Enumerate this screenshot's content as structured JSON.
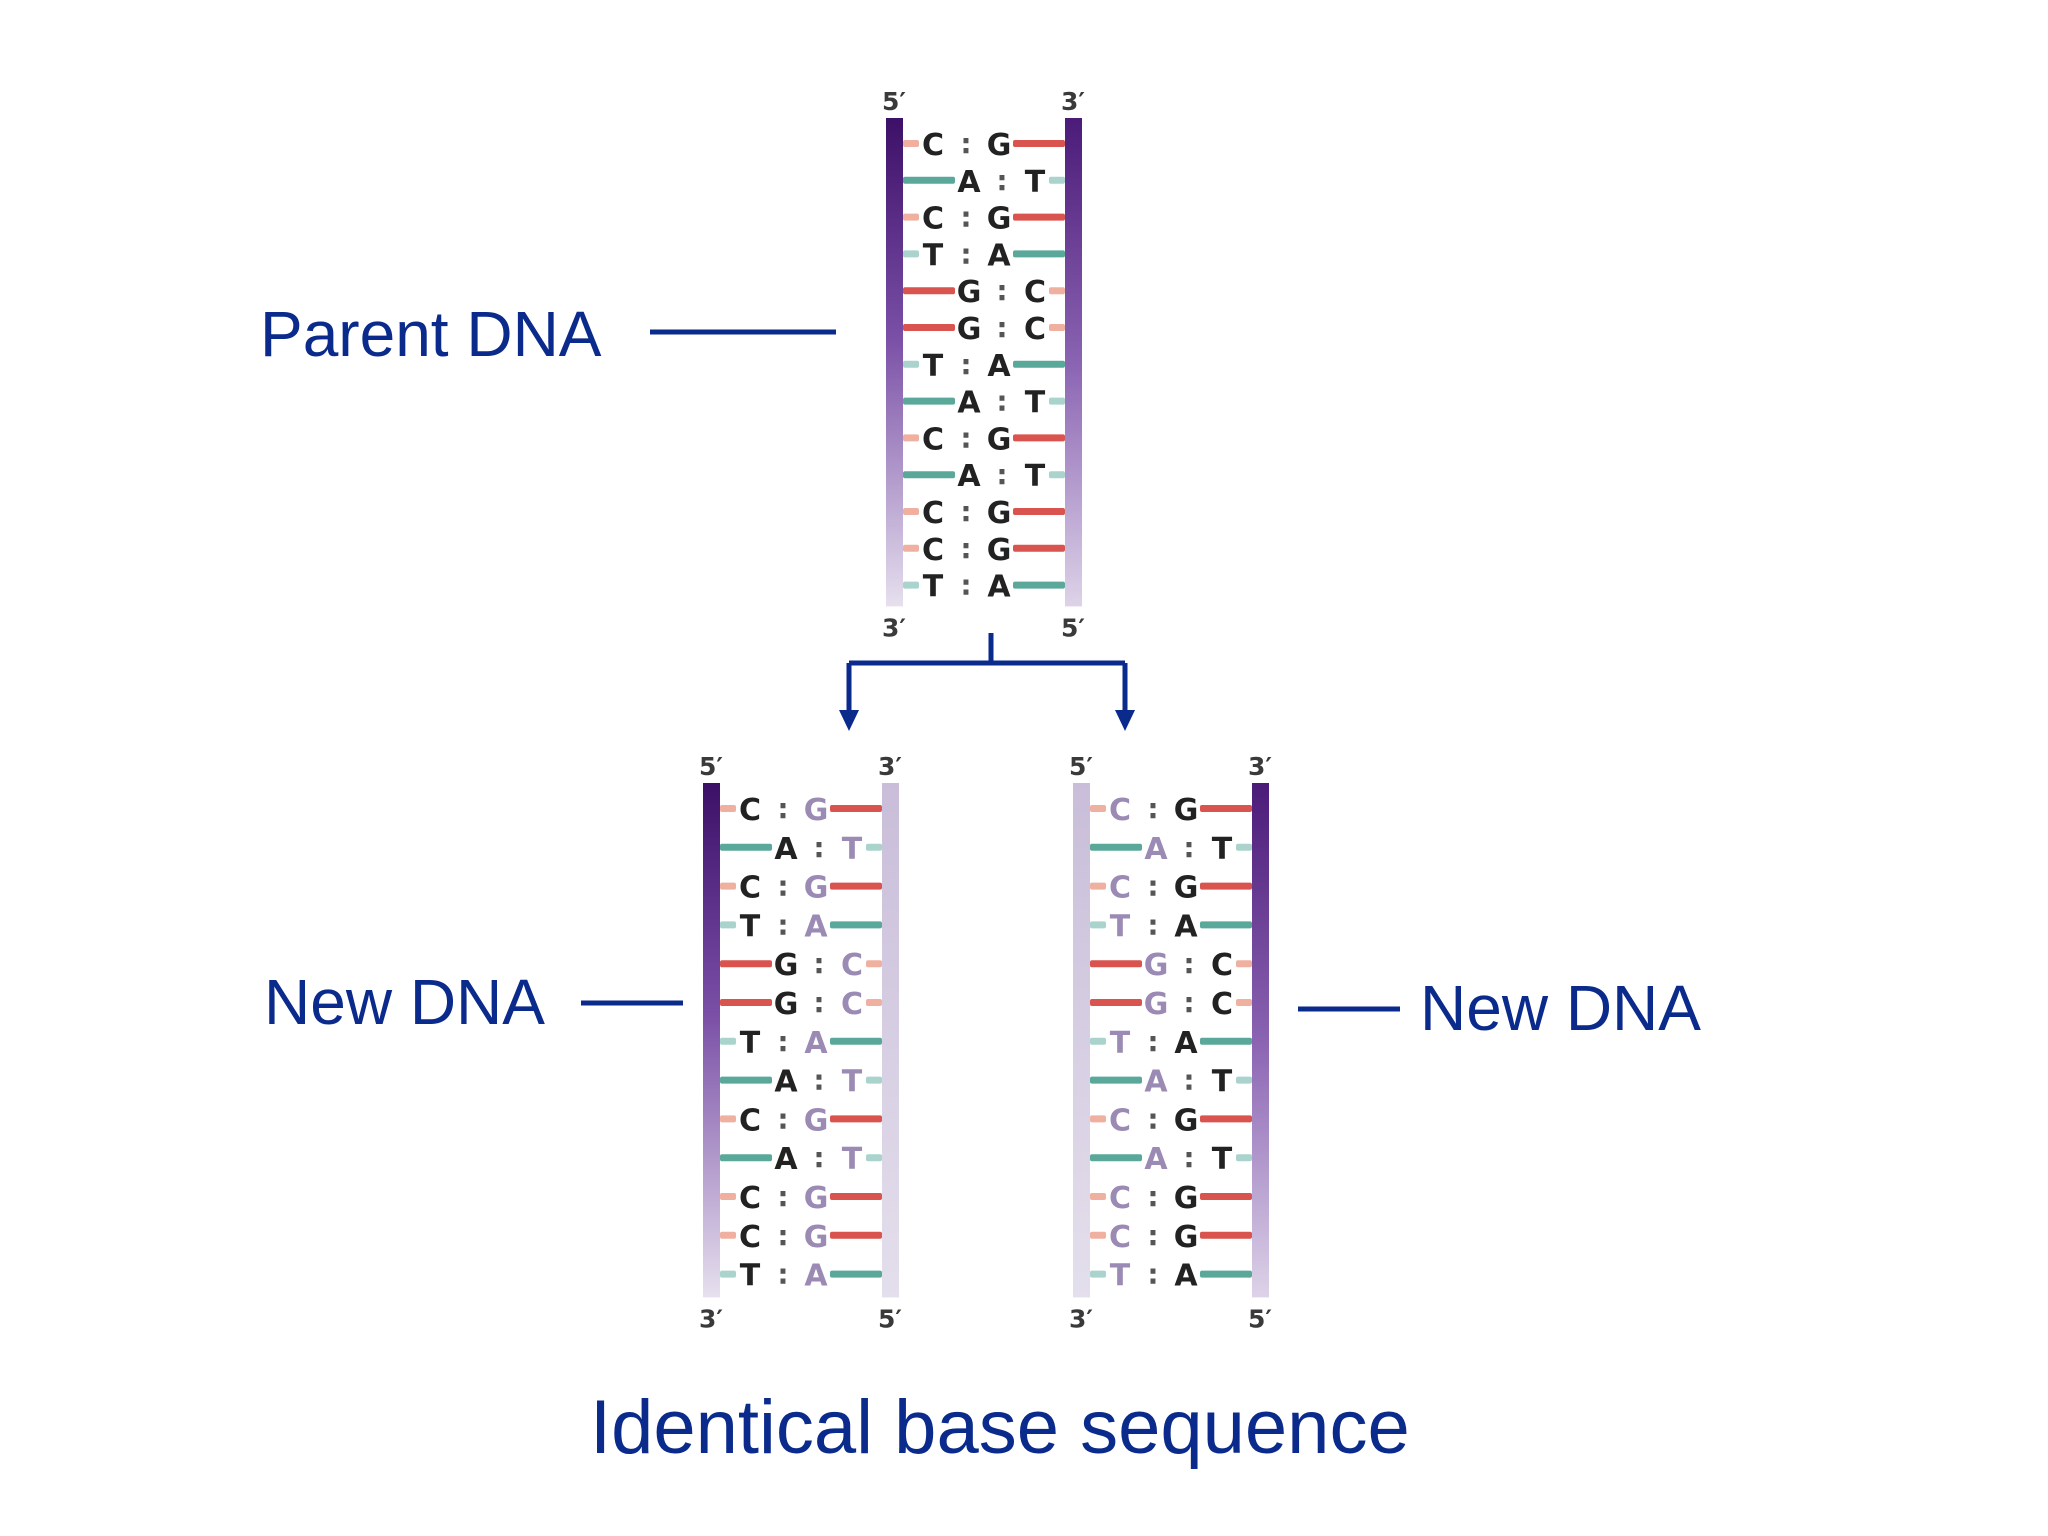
{
  "labels": {
    "parent": "Parent DNA",
    "new_left": "New DNA",
    "new_right": "New DNA",
    "caption": "Identical base sequence",
    "five_prime": "5′",
    "three_prime": "3′"
  },
  "pairs": [
    [
      "C",
      "G"
    ],
    [
      "A",
      "T"
    ],
    [
      "C",
      "G"
    ],
    [
      "T",
      "A"
    ],
    [
      "G",
      "C"
    ],
    [
      "G",
      "C"
    ],
    [
      "T",
      "A"
    ],
    [
      "A",
      "T"
    ],
    [
      "C",
      "G"
    ],
    [
      "A",
      "T"
    ],
    [
      "C",
      "G"
    ],
    [
      "C",
      "G"
    ],
    [
      "T",
      "A"
    ]
  ],
  "colors": {
    "label_blue": "#0a2a8c",
    "arrow_blue": "#0a2a8c",
    "strand_dark": "#4a1a7a",
    "strand_light": "#d8d0e4",
    "bond_red": "#d9534f",
    "bond_pink": "#f0b0a0",
    "bond_teal": "#5aa89a",
    "bond_teal_light": "#a9d3cc",
    "base_dark": "#222222",
    "base_light": "#9a8ab4"
  }
}
